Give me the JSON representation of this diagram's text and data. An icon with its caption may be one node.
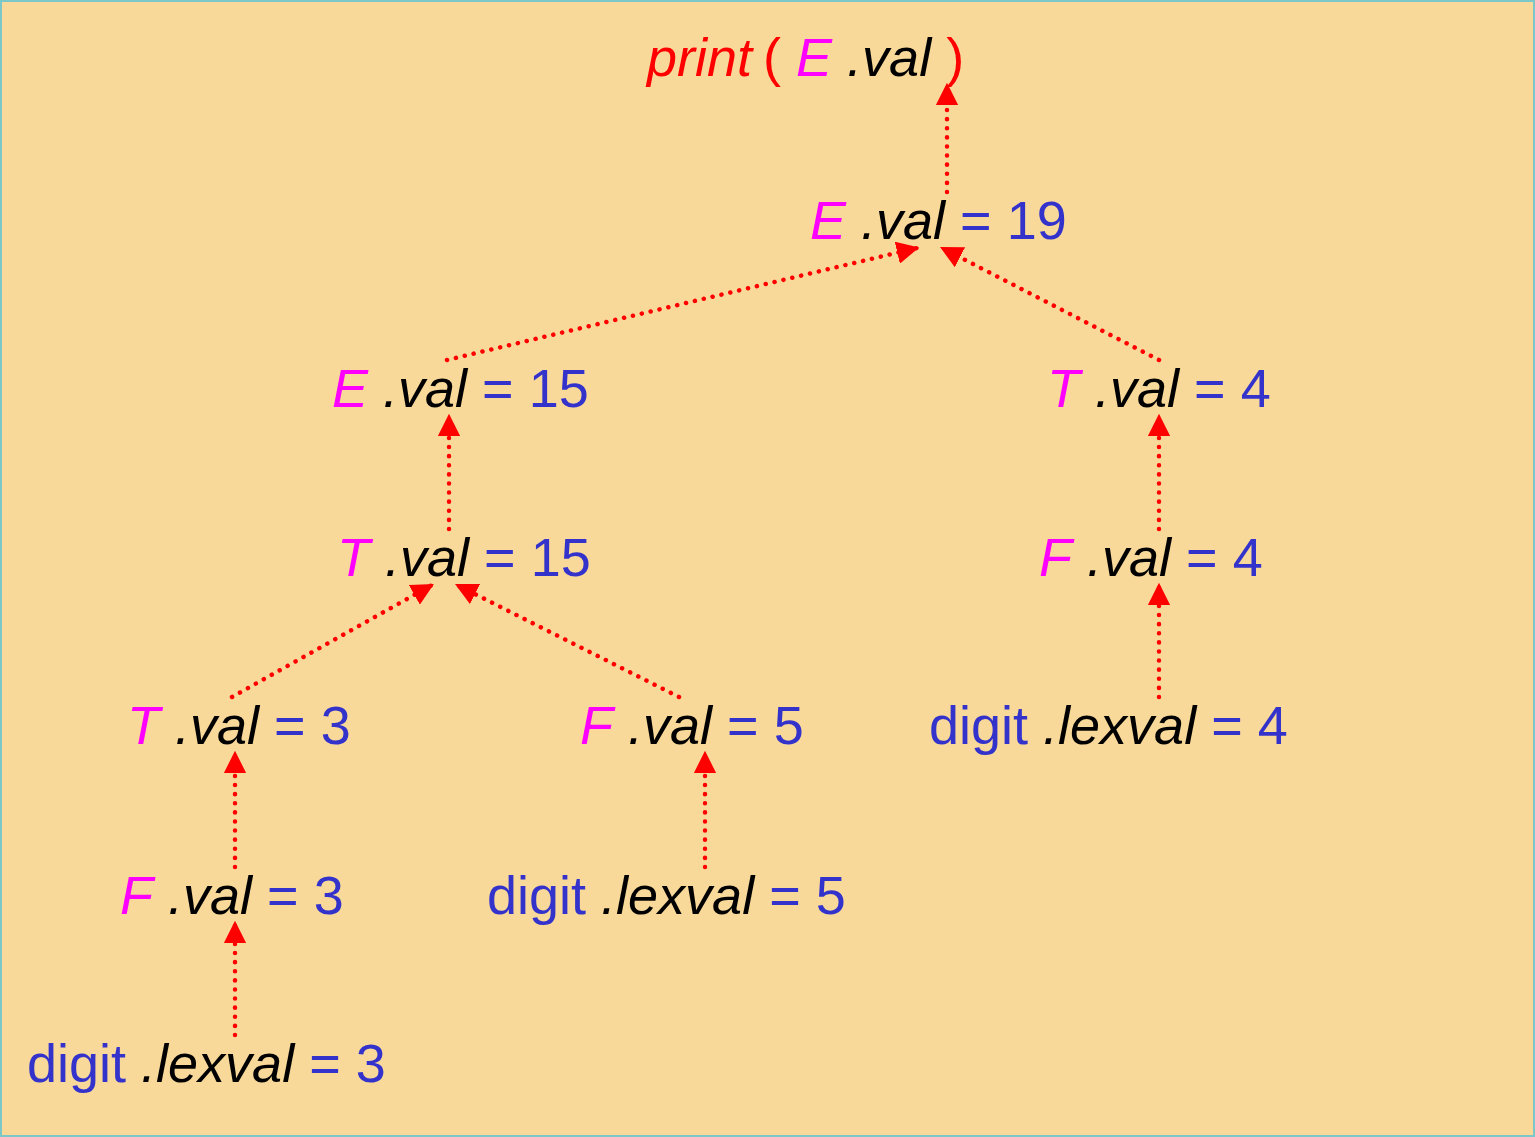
{
  "diagram": {
    "nodes": [
      {
        "text": [
          "print ( E .val )"
        ]
      },
      {
        "text": [
          "E .val = 19"
        ]
      },
      {
        "text": [
          "E .val = 15"
        ]
      },
      {
        "text": [
          "T .val = 4"
        ]
      },
      {
        "text": [
          "T .val = 15"
        ]
      },
      {
        "text": [
          "F .val = 4"
        ]
      },
      {
        "text": [
          "T .val = 3"
        ]
      },
      {
        "text": [
          "F .val = 5"
        ]
      },
      {
        "text": [
          "digit .lexval = 4"
        ]
      },
      {
        "text": [
          "F .val = 3"
        ]
      },
      {
        "text": [
          "digit .lexval = 5"
        ]
      },
      {
        "text": [
          "digit .lexval = 3"
        ]
      }
    ],
    "edges": [
      {
        "from": 1,
        "to": 0,
        "arrow": "to"
      },
      {
        "from": 2,
        "to": 1,
        "arrow": "to"
      },
      {
        "from": 3,
        "to": 1,
        "arrow": "to"
      },
      {
        "from": 4,
        "to": 2,
        "arrow": "to"
      },
      {
        "from": 5,
        "to": 3,
        "arrow": "to"
      },
      {
        "from": 6,
        "to": 4,
        "arrow": "to"
      },
      {
        "from": 7,
        "to": 4,
        "arrow": "to"
      },
      {
        "from": 8,
        "to": 5,
        "arrow": "to"
      },
      {
        "from": 9,
        "to": 6,
        "arrow": "to"
      },
      {
        "from": 10,
        "to": 7,
        "arrow": "to"
      },
      {
        "from": 11,
        "to": 9,
        "arrow": "to"
      }
    ]
  }
}
